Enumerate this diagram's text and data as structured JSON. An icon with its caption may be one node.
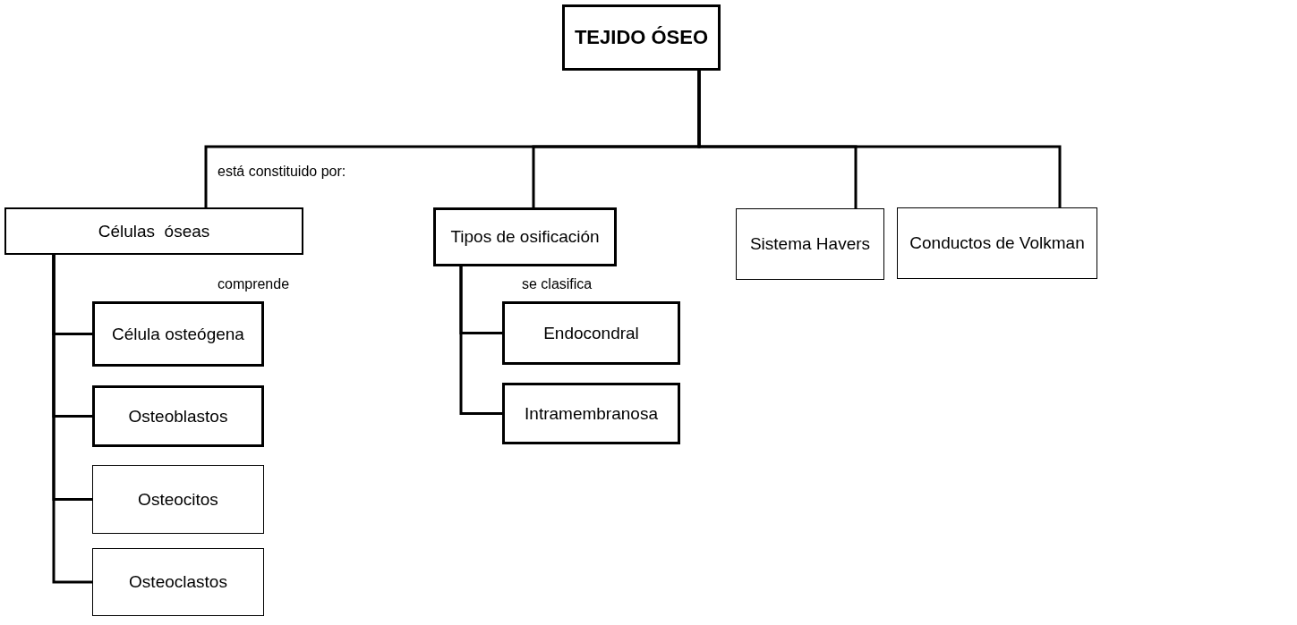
{
  "diagram": {
    "nodes": [
      {
        "text": [
          "TEJIDO ÓSEO"
        ]
      },
      {
        "text": [
          "Células  óseas"
        ]
      },
      {
        "text": [
          "Tipos de osificación"
        ]
      },
      {
        "text": [
          "Sistema Havers"
        ]
      },
      {
        "text": [
          "Conductos de Volkman"
        ]
      },
      {
        "text": [
          "Célula osteógena"
        ]
      },
      {
        "text": [
          "Osteoblastos"
        ]
      },
      {
        "text": [
          "Osteocitos"
        ]
      },
      {
        "text": [
          "Osteoclastos"
        ]
      },
      {
        "text": [
          "Endocondral"
        ]
      },
      {
        "text": [
          "Intramembranosa"
        ]
      }
    ],
    "edges": [
      {
        "from": 0,
        "to": 1,
        "arrow": "none",
        "label": "está constituido por:"
      },
      {
        "from": 0,
        "to": 2,
        "arrow": "none"
      },
      {
        "from": 0,
        "to": 3,
        "arrow": "none"
      },
      {
        "from": 0,
        "to": 4,
        "arrow": "none"
      },
      {
        "from": 1,
        "to": 5,
        "arrow": "none"
      },
      {
        "from": 1,
        "to": 6,
        "arrow": "none"
      },
      {
        "from": 1,
        "to": 7,
        "arrow": "none"
      },
      {
        "from": 1,
        "to": 8,
        "arrow": "none"
      },
      {
        "from": 2,
        "to": 9,
        "arrow": "none"
      },
      {
        "from": 2,
        "to": 10,
        "arrow": "none"
      }
    ],
    "labels": [
      "comprende",
      "se clasifica"
    ]
  }
}
